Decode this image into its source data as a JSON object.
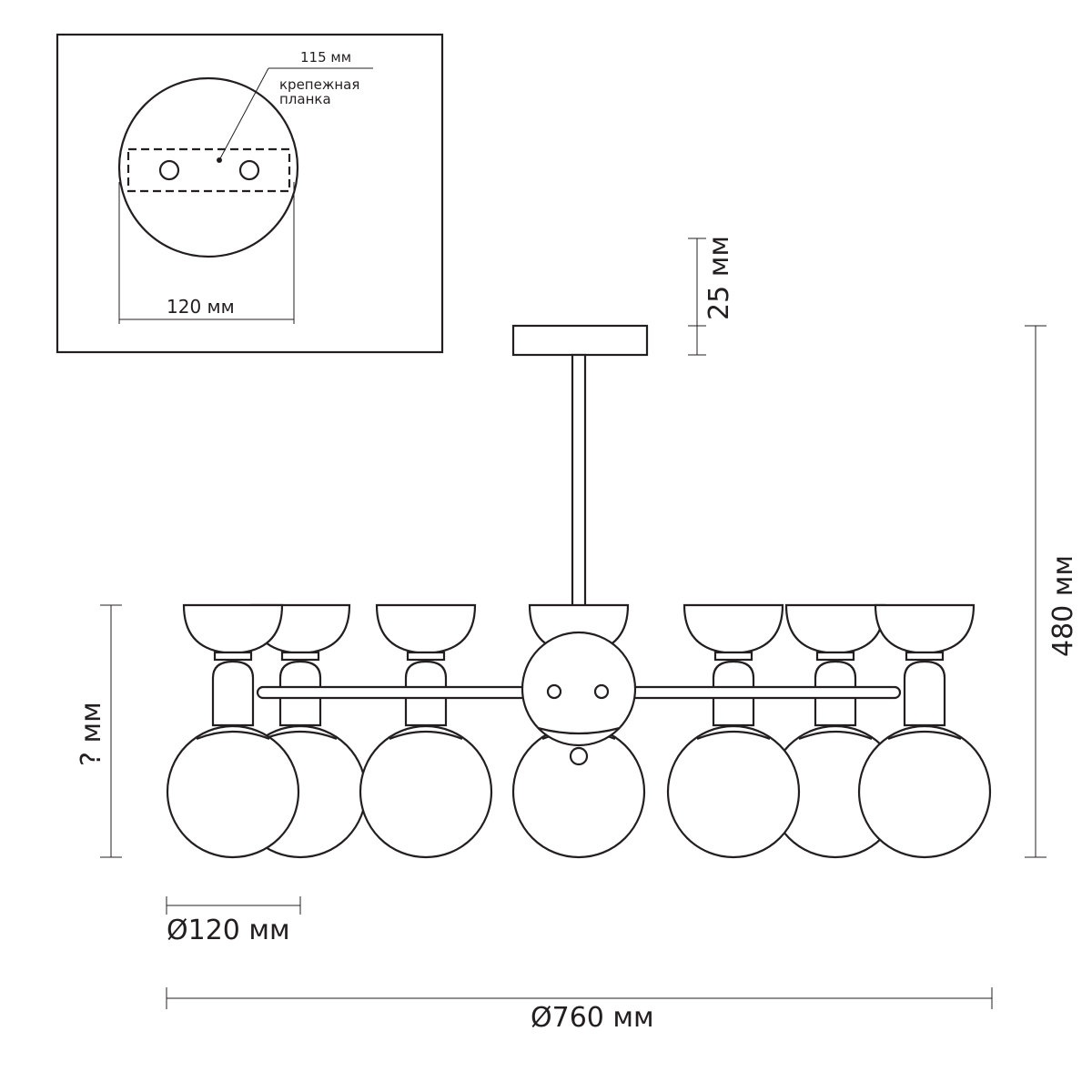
{
  "colors": {
    "ink": "#231f20",
    "paper": "#ffffff"
  },
  "inset": {
    "mount_bar_size": "115 мм",
    "mount_bar_label_line1": "крепежная",
    "mount_bar_label_line2": "планка",
    "canopy_diameter": "120 мм"
  },
  "dimensions": {
    "canopy_height": "25 мм",
    "total_height": "480 мм",
    "shade_height": "? мм",
    "globe_diameter": "Ø120 мм",
    "total_diameter": "Ø760 мм"
  }
}
